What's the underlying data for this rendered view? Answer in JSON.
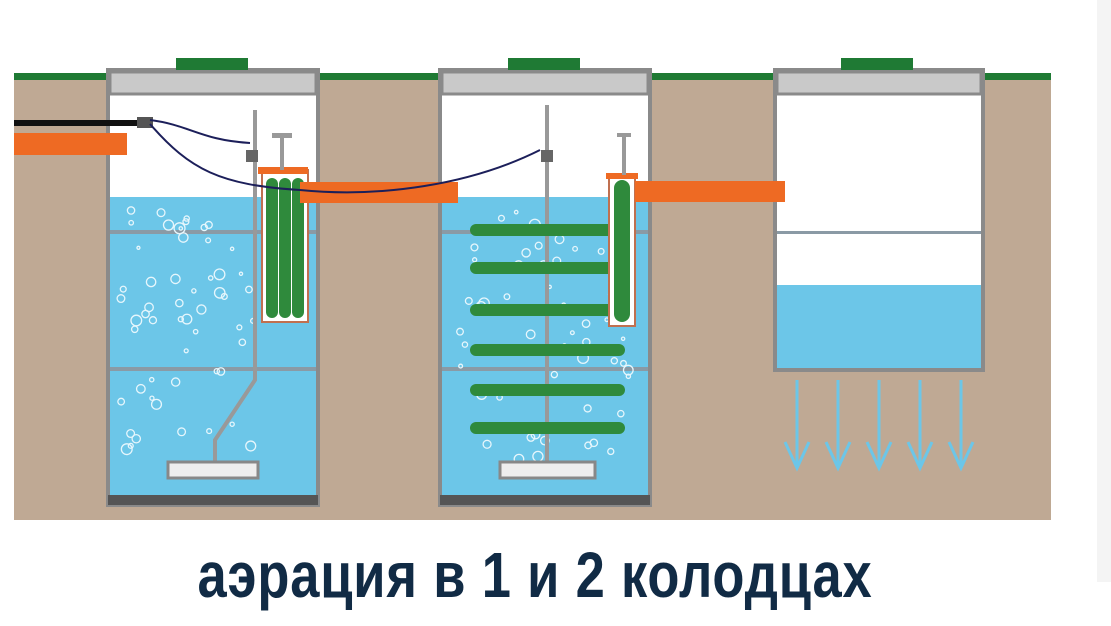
{
  "caption": "аэрация в 1 и 2 колодцах",
  "colors": {
    "soil": "#bfa994",
    "grass": "#1f7a34",
    "water": "#6cc6e8",
    "pipe": "#ee6a23",
    "lid": "#c9c9c9",
    "wall": "#8a8a8a",
    "brush": "#2f8a3c",
    "caption": "#112b45"
  },
  "wells": [
    {
      "name": "well-1",
      "aeration": true
    },
    {
      "name": "well-2",
      "aeration": true
    },
    {
      "name": "well-3",
      "aeration": false
    }
  ]
}
